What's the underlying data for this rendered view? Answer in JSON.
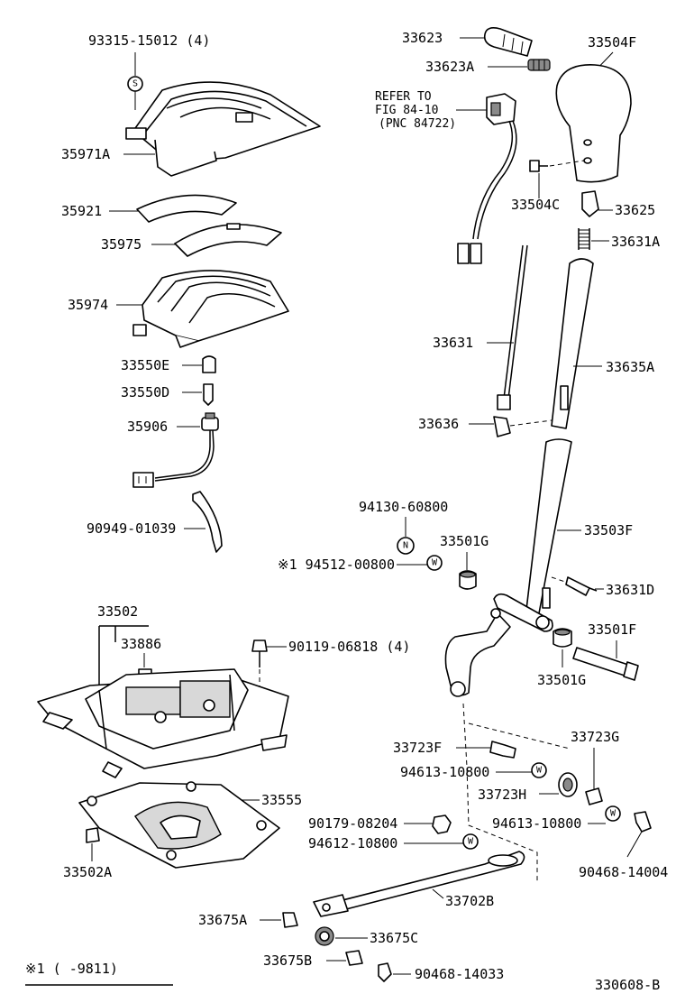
{
  "diagram_id": "330608-B",
  "footnote": "※1 (     -9811)",
  "refer_note": {
    "line1": "REFER TO",
    "line2": "FIG 84-10",
    "line3": "(PNC 84722)"
  },
  "washer_symbols": {
    "s": "S",
    "n": "N",
    "w": "W"
  },
  "labels": {
    "l93315": "93315-15012 (4)",
    "l35971A": "35971A",
    "l35921": "35921",
    "l35975": "35975",
    "l35974": "35974",
    "l33550E": "33550E",
    "l33550D": "33550D",
    "l35906": "35906",
    "l90949": "90949-01039",
    "l33502": "33502",
    "l33886": "33886",
    "l90119": "90119-06818 (4)",
    "l33555": "33555",
    "l33502A": "33502A",
    "l33623": "33623",
    "l33623A": "33623A",
    "l33504F": "33504F",
    "l33504C": "33504C",
    "l33625": "33625",
    "l33631A": "33631A",
    "l33631": "33631",
    "l33635A": "33635A",
    "l33636": "33636",
    "l94130": "94130-60800",
    "l33501G_top": "33501G",
    "l94512": "※1 94512-00800",
    "l33503F": "33503F",
    "l33631D": "33631D",
    "l33501F": "33501F",
    "l33501G_bot": "33501G",
    "l33723F": "33723F",
    "l33723G": "33723G",
    "l94613a": "94613-10800",
    "l33723H": "33723H",
    "l90179": "90179-08204",
    "l94613b": "94613-10800",
    "l94612": "94612-10800",
    "l90468a": "90468-14004",
    "l33702B": "33702B",
    "l33675A": "33675A",
    "l33675C": "33675C",
    "l33675B": "33675B",
    "l90468b": "90468-14033"
  }
}
